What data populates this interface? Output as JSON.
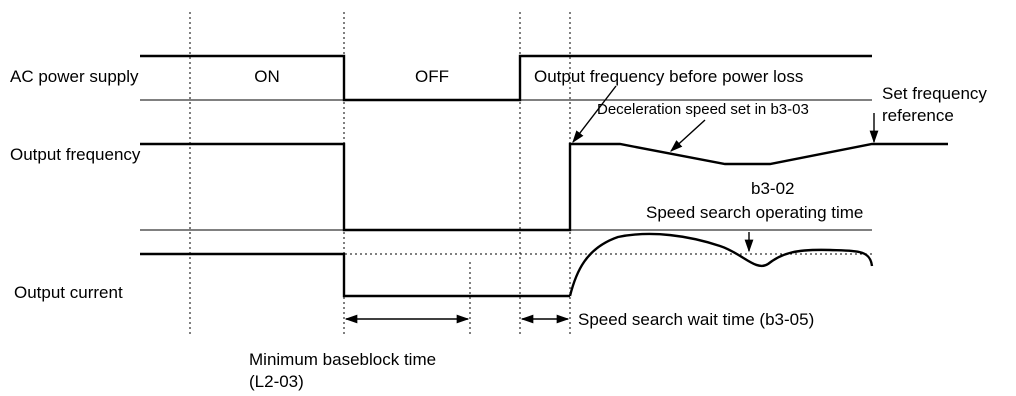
{
  "signals": {
    "ac_power_supply": "AC power supply",
    "output_frequency": "Output frequency",
    "output_current": "Output current"
  },
  "states": {
    "on": "ON",
    "off": "OFF"
  },
  "annotations": {
    "freq_before_loss": "Output frequency before power loss",
    "decel_speed": "Deceleration speed set in b3-03",
    "set_freq_line1": "Set frequency",
    "set_freq_line2": "reference",
    "b3_02": "b3-02",
    "speed_search_op_time": "Speed search operating time",
    "speed_search_wait": "Speed search wait time (b3-05)",
    "min_baseblock_line1": "Minimum baseblock time",
    "min_baseblock_line2": "(L2-03)"
  }
}
